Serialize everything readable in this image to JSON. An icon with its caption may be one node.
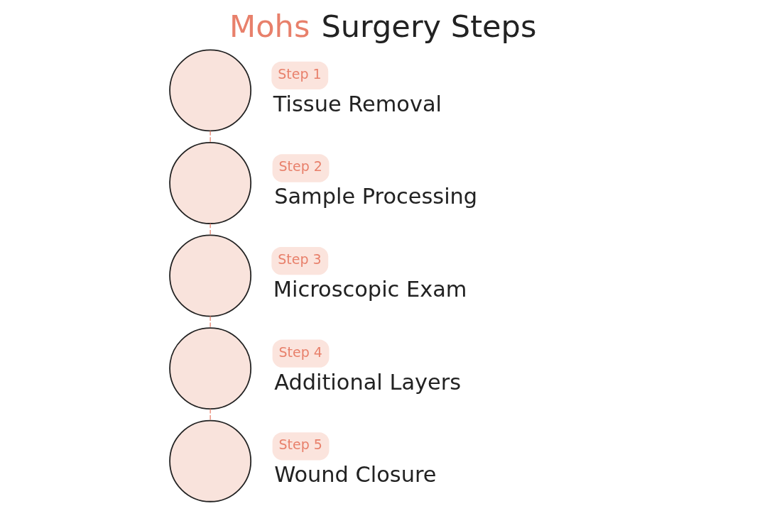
{
  "diagram": {
    "title": "Mohs Surgery Steps",
    "nodes": [
      {
        "text": [],
        "shape": "circle"
      },
      {
        "text": [
          "Step 1"
        ],
        "beside": [
          "Tissue Removal"
        ]
      },
      {
        "text": [],
        "shape": "circle"
      },
      {
        "text": [
          "Step 2"
        ],
        "beside": [
          "Sample Processing"
        ]
      },
      {
        "text": [],
        "shape": "circle"
      },
      {
        "text": [
          "Step 3"
        ],
        "beside": [
          "Microscopic Exam"
        ]
      },
      {
        "text": [],
        "shape": "circle"
      },
      {
        "text": [
          "Step 4"
        ],
        "beside": [
          "Additional Layers"
        ]
      },
      {
        "text": [],
        "shape": "circle"
      },
      {
        "text": [
          "Step 5"
        ],
        "beside": [
          "Wound Closure"
        ]
      }
    ],
    "edges": [
      {
        "from": 0,
        "to": 2,
        "arrow": "none",
        "style": "dashed"
      },
      {
        "from": 2,
        "to": 4,
        "arrow": "none",
        "style": "dashed"
      },
      {
        "from": 4,
        "to": 6,
        "arrow": "none",
        "style": "dashed"
      },
      {
        "from": 6,
        "to": 8,
        "arrow": "none",
        "style": "dashed"
      }
    ]
  }
}
